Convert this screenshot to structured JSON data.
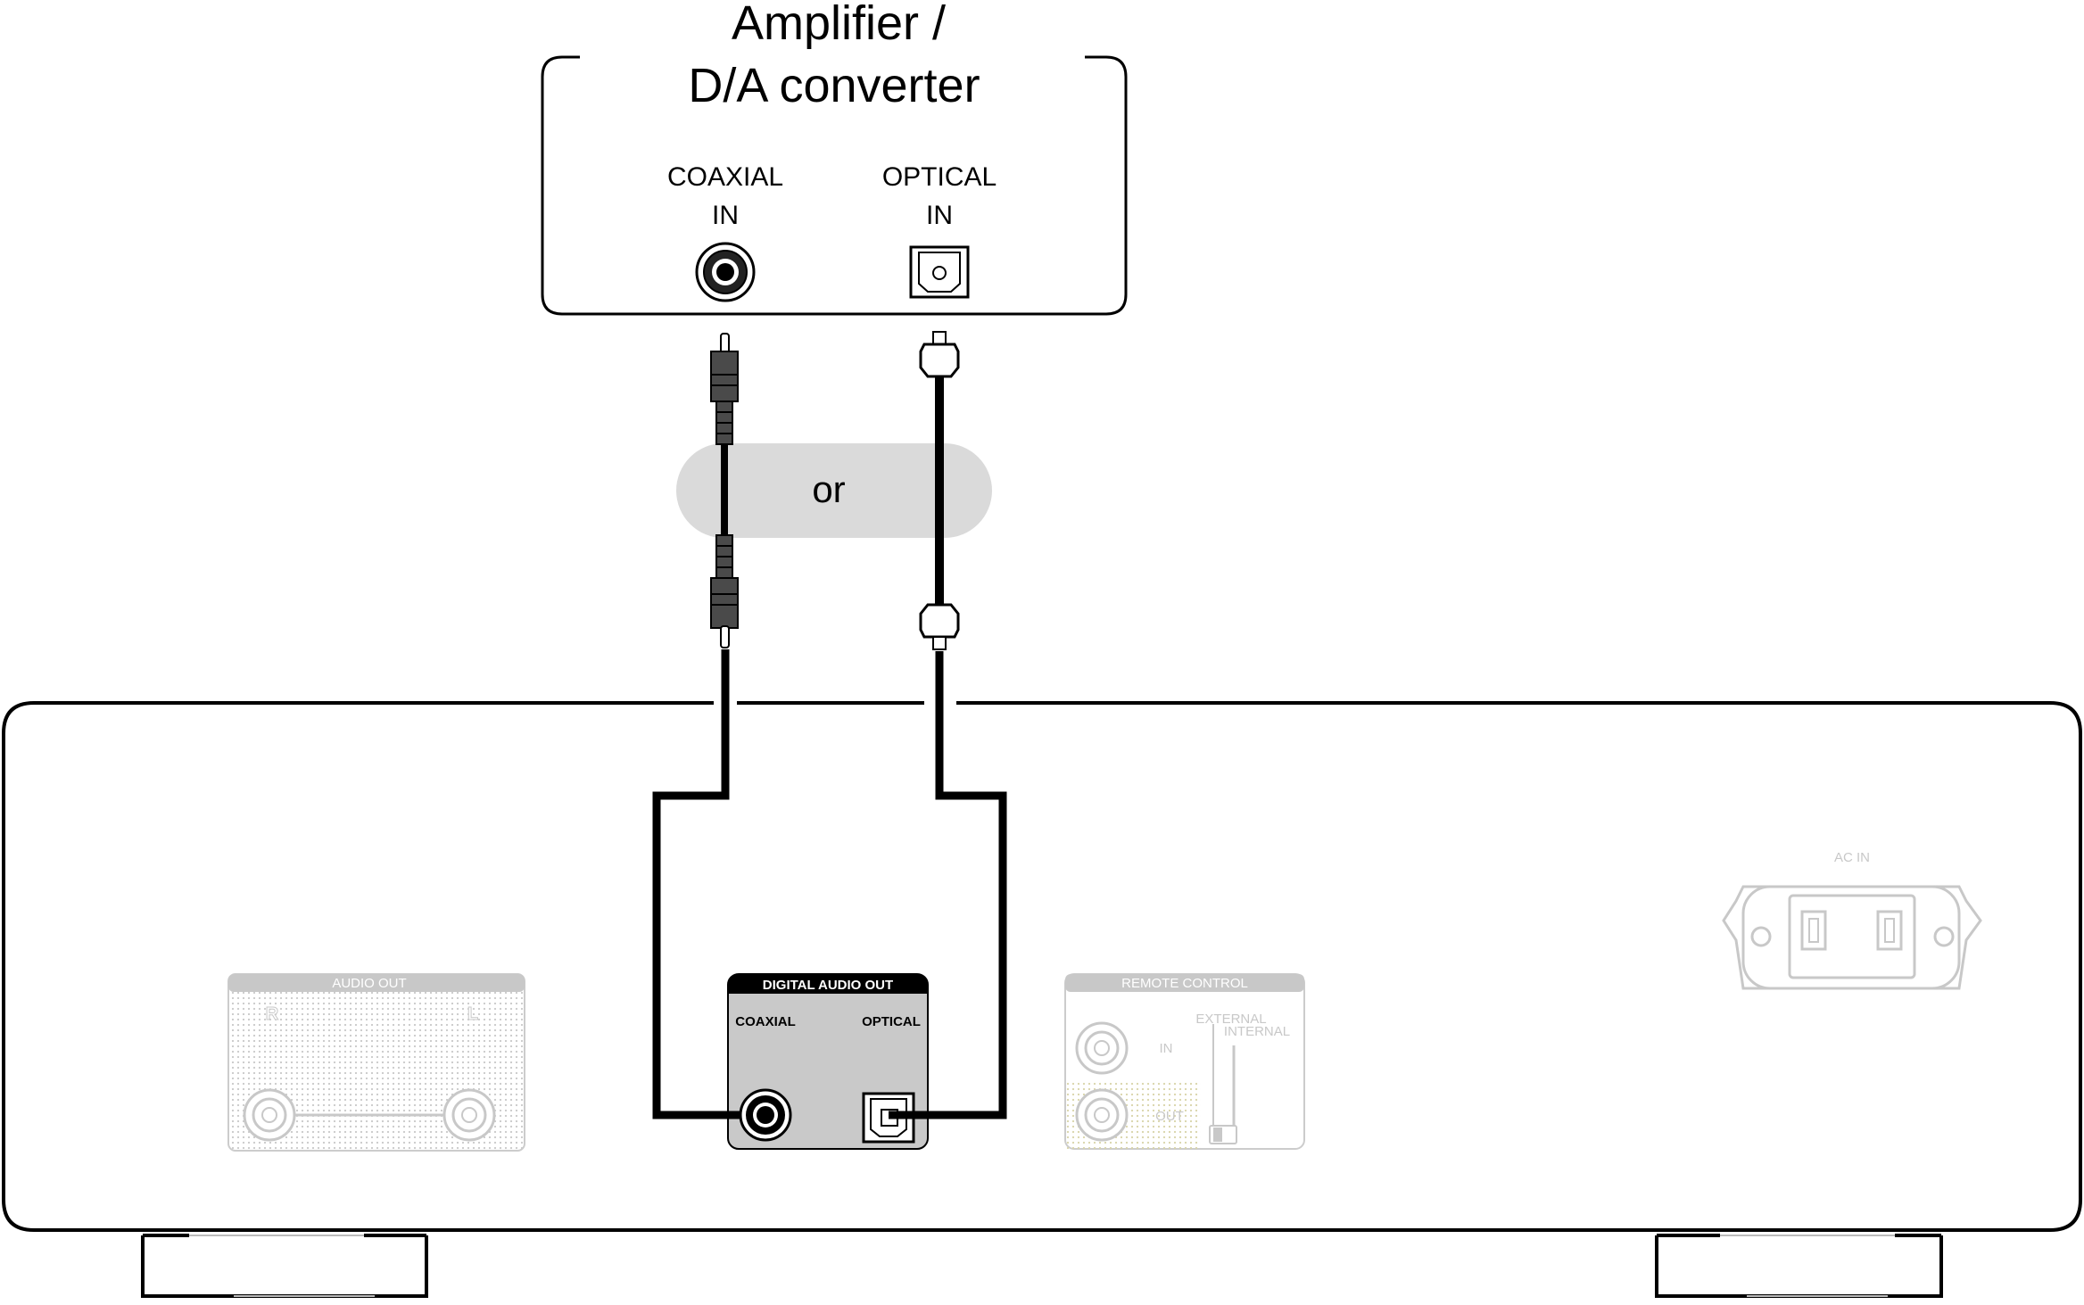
{
  "amplifier": {
    "title_line1": "Amplifier /",
    "title_line2": "D/A converter",
    "coaxial_line1": "COAXIAL",
    "coaxial_line2": "IN",
    "optical_line1": "OPTICAL",
    "optical_line2": "IN"
  },
  "connector_note": "or",
  "player": {
    "audio_out": {
      "title": "AUDIO OUT",
      "right": "R",
      "left": "L"
    },
    "digital_audio_out": {
      "title": "DIGITAL AUDIO OUT",
      "coaxial": "COAXIAL",
      "optical": "OPTICAL"
    },
    "remote_control": {
      "title": "REMOTE CONTROL",
      "in": "IN",
      "out": "OUT",
      "external": "EXTERNAL",
      "internal": "INTERNAL"
    },
    "ac_in": "AC IN"
  },
  "colors": {
    "line": "#000000",
    "faded": "#c8c8c8",
    "or_pill": "#dadada",
    "digital_panel": "#c9c9c9",
    "panel_header": "#000000"
  }
}
